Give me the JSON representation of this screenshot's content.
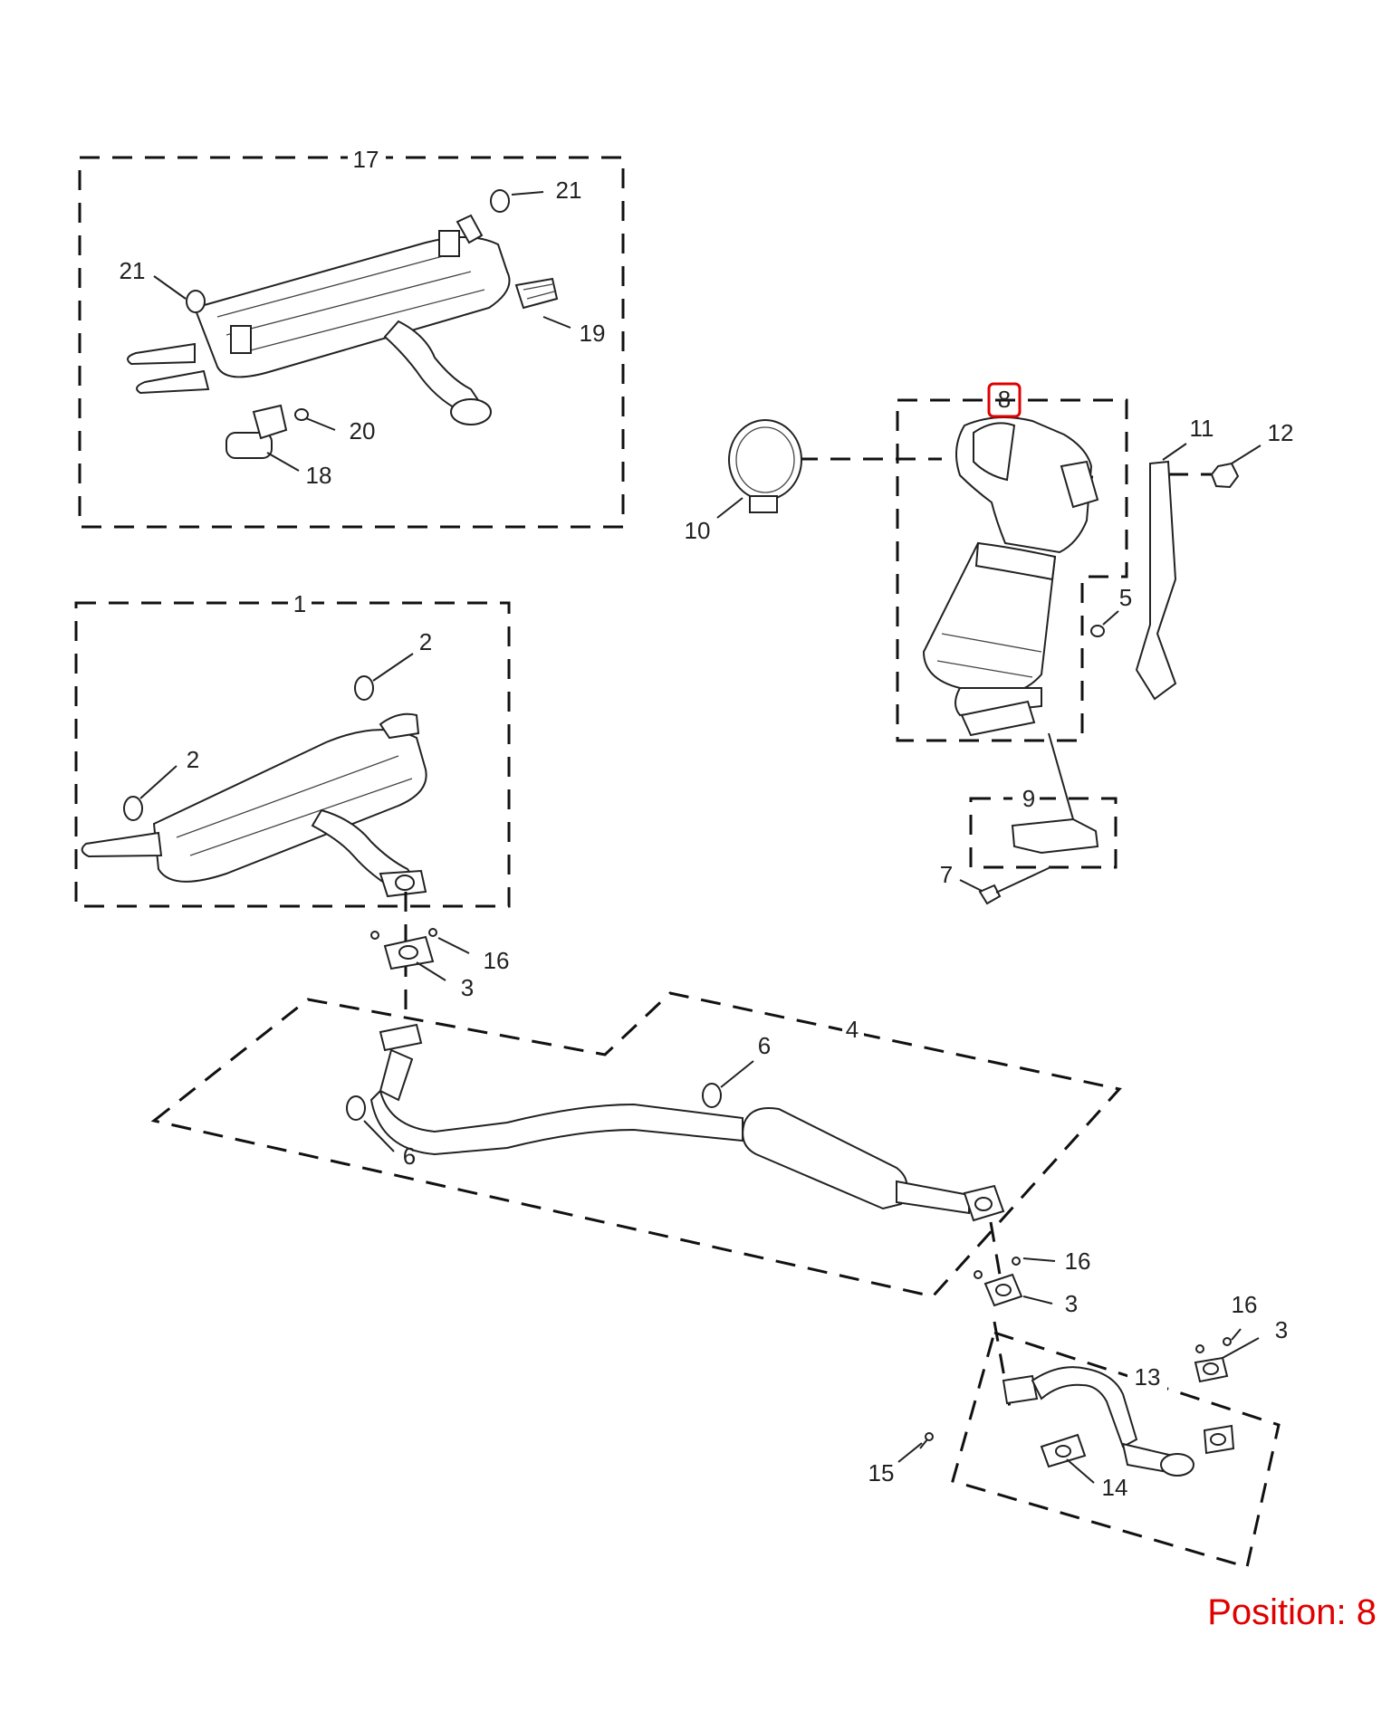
{
  "diagram": {
    "callouts": [
      "1",
      "2",
      "3",
      "4",
      "5",
      "6",
      "7",
      "8",
      "9",
      "10",
      "11",
      "12",
      "13",
      "14",
      "15",
      "16",
      "17",
      "18",
      "19",
      "20",
      "21"
    ],
    "highlighted_callout": "8",
    "highlight_color": "#e00000",
    "position_label": "Position: 8"
  }
}
